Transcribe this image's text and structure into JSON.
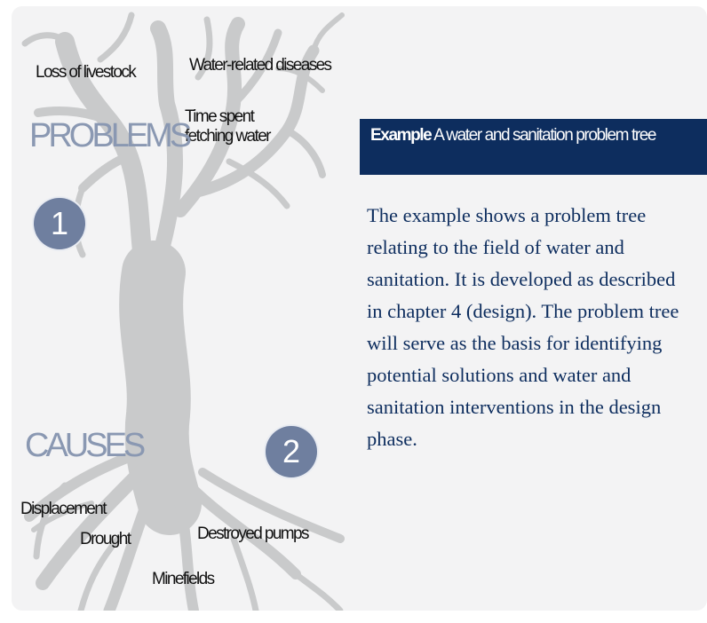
{
  "problems_heading": "PROBLEMS",
  "causes_heading": "CAUSES",
  "badge_1": "1",
  "badge_2": "2",
  "problems": {
    "loss_livestock": "Loss of livestock",
    "water_diseases": "Water-related diseases",
    "time_spent_line1": "Time spent",
    "time_spent_line2": "fetching water"
  },
  "causes": {
    "displacement": "Displacement",
    "drought": "Drought",
    "destroyed_pumps": "Destroyed pumps",
    "minefields": "Minefields"
  },
  "example": {
    "header_bold": "Example",
    "header_text": "A water and sanitation problem tree",
    "body": "The example shows a problem tree relating to the field of water and sanitation. It is developed as described in chapter 4 (design). The problem tree will serve as the basis for identifying potential solutions and water and sanitation interventions in the design phase."
  },
  "colors": {
    "panel_bg": "#f3f3f4",
    "tree": "#c9cacb",
    "heading_blue": "#8a98b2",
    "badge": "#6f7f9f",
    "navy": "#0d2d5e"
  }
}
